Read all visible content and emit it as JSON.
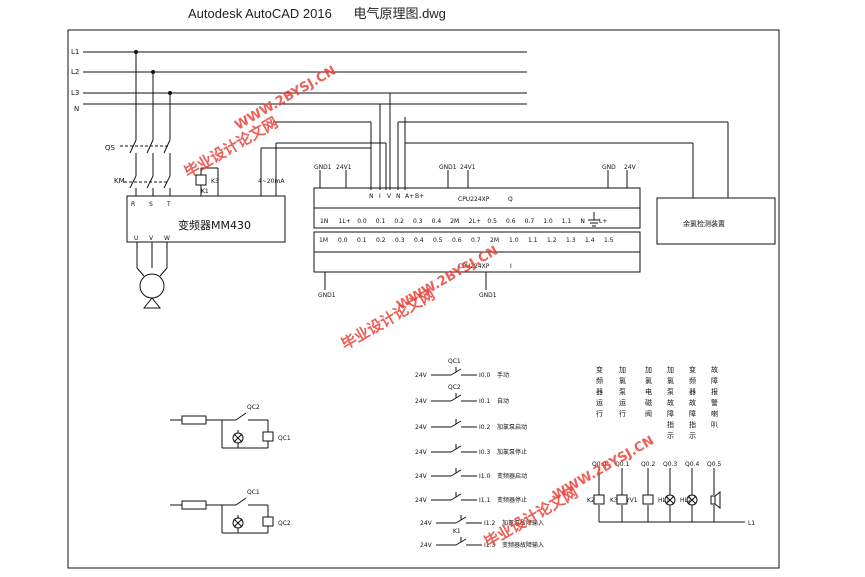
{
  "window": {
    "app_title": "Autodesk AutoCAD 2016",
    "file_name": "电气原理图.dwg"
  },
  "power_lines": [
    "L1",
    "L2",
    "L3",
    "N"
  ],
  "switches": {
    "qs": "QS",
    "km": "KM",
    "k3": "K3",
    "k1": "K1"
  },
  "analog": "4~20mA",
  "vfd": {
    "terminals_in": [
      "R",
      "S",
      "T"
    ],
    "terminals_out": [
      "U",
      "V",
      "W"
    ],
    "label": "变频器MM430"
  },
  "plc_top": {
    "gnd_labels": [
      "GND1",
      "24V1",
      "GND1",
      "24V1",
      "GND",
      "24V"
    ],
    "power_pins": [
      "N",
      "I",
      "V",
      "N",
      "A+",
      "B+"
    ],
    "model": "CPU224XP",
    "model_suffix": "Q",
    "out_pins": [
      "1N",
      "1L+",
      "0.0",
      "0.1",
      "0.2",
      "0.3",
      "0.4",
      "2M",
      "2L+",
      "0.5",
      "0.6",
      "0.7",
      "1.0",
      "1.1",
      "N",
      "L+"
    ]
  },
  "plc_bottom": {
    "in_pins": [
      "1M",
      "0.0",
      "0.1",
      "0.2",
      "0.3",
      "0.4",
      "0.5",
      "0.6",
      "0.7",
      "2M",
      "1.0",
      "1.1",
      "1.2",
      "1.3",
      "1.4",
      "1.5"
    ],
    "model": "CPU224XP",
    "model_suffix": "I",
    "gnd_labels": [
      "GND1",
      "GND1"
    ]
  },
  "sensor_box": "余氯检测装置",
  "inputs": [
    {
      "v": "24V",
      "sw": "QC1",
      "addr": "I0.0",
      "desc": "手动"
    },
    {
      "v": "24V",
      "sw": "QC2",
      "addr": "I0.1",
      "desc": "自动"
    },
    {
      "v": "24V",
      "sw": "",
      "addr": "I0.2",
      "desc": "加氯泵启动"
    },
    {
      "v": "24V",
      "sw": "",
      "addr": "I0.3",
      "desc": "加氯泵停止"
    },
    {
      "v": "24V",
      "sw": "",
      "addr": "I1.0",
      "desc": "变频器启动"
    },
    {
      "v": "24V",
      "sw": "",
      "addr": "I1.1",
      "desc": "变频器停止"
    },
    {
      "v": "24V",
      "sw": "",
      "addr": "I1.2",
      "desc": "加氯泵故障输入"
    },
    {
      "v": "24V",
      "sw": "K1",
      "addr": "I1.3",
      "desc": "变频器故障输入"
    }
  ],
  "outputs": {
    "columns": [
      "变频器运行",
      "加氯泵运行",
      "加氯电磁阀",
      "加氯泵故障指示",
      "变频器故障指示",
      "故障报警喇叭"
    ],
    "addrs": [
      "Q0.0",
      "Q0.1",
      "Q0.2",
      "Q0.3",
      "Q0.4",
      "Q0.5"
    ],
    "loads": [
      "K2",
      "K3",
      "YV1",
      "HL1",
      "HL2",
      ""
    ],
    "bus": "L1"
  },
  "interlocks": [
    {
      "contact": "QC2",
      "coil": "QC1"
    },
    {
      "contact": "QC1",
      "coil": "QC2"
    }
  ],
  "watermarks": [
    "毕业设计论文网",
    "WWW.2BYSJ.CN"
  ]
}
